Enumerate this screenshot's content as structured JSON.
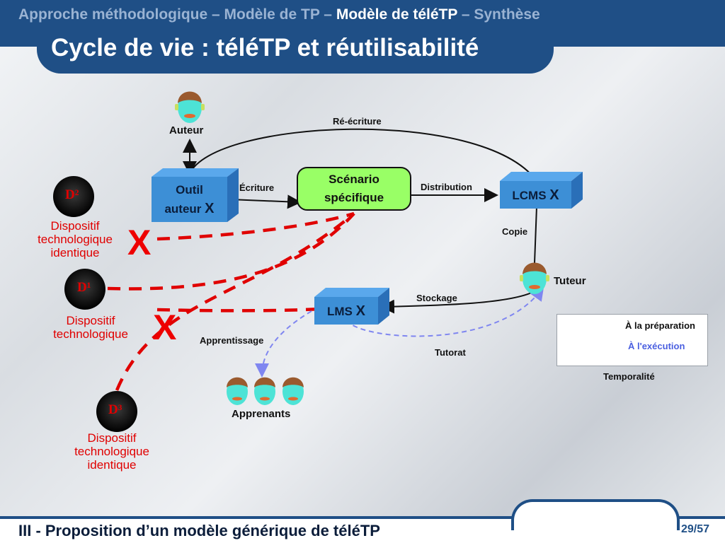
{
  "header": {
    "breadcrumb_a": "Approche méthodologique – Modèle de TP – ",
    "breadcrumb_current": "Modèle de téléTP",
    "breadcrumb_b": " – Synthèse",
    "title": "Cycle de vie : téléTP et réutilisabilité"
  },
  "diagram": {
    "actors": {
      "auteur": "Auteur",
      "tuteur": "Tuteur",
      "apprenants": "Apprenants"
    },
    "nodes": {
      "outil_line1": "Outil",
      "outil_line2": "auteur",
      "scenario_line1": "Scénario",
      "scenario_line2": "spécifique",
      "lcms": "LCMS",
      "lms": "LMS",
      "x_mark": "X"
    },
    "edges": {
      "reecriture": "Ré-écriture",
      "ecriture": "Écriture",
      "distribution": "Distribution",
      "copie": "Copie",
      "stockage": "Stockage",
      "apprentissage": "Apprentissage",
      "tutorat": "Tutorat"
    },
    "devices": {
      "d2_badge": "D²",
      "d1_badge": "D¹",
      "d3_badge": "D³",
      "d2_label": [
        "Dispositif",
        "technologique",
        "identique"
      ],
      "d1_label": [
        "Dispositif",
        "technologique"
      ],
      "d3_label": [
        "Dispositif",
        "technologique",
        "identique"
      ]
    },
    "big_x": "X",
    "legend": {
      "preparation": "À la préparation",
      "execution": "À l'exécution",
      "title": "Temporalité"
    },
    "colors": {
      "box": "#3d8fd6",
      "scenario": "#99ff66",
      "red_dash": "#e00000",
      "blue_dash": "#7f86f0"
    }
  },
  "footer": {
    "text": "III - Proposition d’un modèle générique de téléTP",
    "page_current": "29",
    "page_sep": "/",
    "page_total": "57"
  }
}
